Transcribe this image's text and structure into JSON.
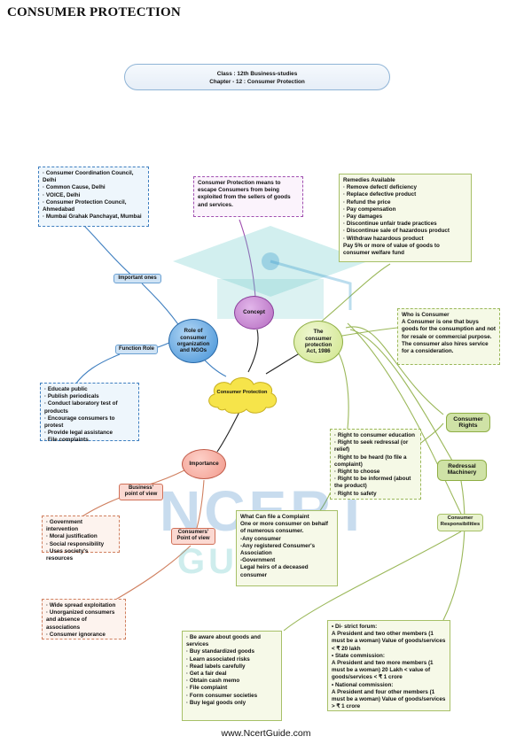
{
  "page_title": "CONSUMER PROTECTION",
  "header": {
    "line1": "Class : 12th Business-studies",
    "line2": "Chapter - 12 : Consumer Protection"
  },
  "watermark": {
    "top": "NCERT",
    "bottom": "GUIDE"
  },
  "center_node": "Consumer Protection",
  "nodes": {
    "concept": "Concept",
    "role": "Role of consumer organization and NGOs",
    "act": "The consumer protection Act, 1986",
    "importance": "Importance",
    "consumer_rights": "Consumer Rights",
    "redressal": "Redressal Machinery",
    "responsibilities": "Consumer Responsibilities"
  },
  "tags": {
    "important_ones": "Important ones",
    "function_role": "Function Role",
    "business_pov": "Business' point of view",
    "consumers_pov": "Consumers' Point of view"
  },
  "organizations": [
    "Consumer Coordination Council, Delhi",
    "Common Cause, Delhi",
    "VOICE, Delhi",
    "Consumer Protection Council, Ahmedabad",
    "Mumbai Grahak Panchayat, Mumbai"
  ],
  "concept_text": "Consumer Protection means to escape Consumers from being exploited from the sellers of goods and services.",
  "remedies": {
    "heading": "Remedies Available",
    "items": [
      "Remove defect/ deficiency",
      "Replace defective product",
      "Refund the  price",
      "Pay compensation",
      "Pay damages",
      "Discontinue unfair trade practices",
      "Discontinue sale of hazardous product",
      "Withdraw  hazardous product"
    ],
    "footer": "Pay 5% or more of value of goods to consumer welfare fund"
  },
  "who_is_consumer": {
    "heading": "Who is Consumer",
    "text": "A Consumer is one that buys goods for the consumption and not for resale or commercial purpose. The consumer also hires service for a consideration."
  },
  "functions": [
    "Educate public",
    "Publish periodicals",
    "Conduct laboratory test of products",
    "Encourage  consumers to protest",
    "Provide legal assistance",
    "File complaints"
  ],
  "rights": [
    "Right to consumer education",
    "Right to seek redressal (or relief)",
    "Right to be  heard (to file a complaint)",
    "Right to choose",
    "Right to be  informed (about the product)",
    "Right to safety"
  ],
  "business_points": [
    "Government intervention",
    "Moral justification",
    "Social responsibility",
    "Uses society's resources"
  ],
  "consumer_points": [
    "Wide spread exploitation",
    "Unorganized consumers and absence of associations",
    "Consumer ignorance"
  ],
  "complaint": {
    "heading": "What  Can file a Complaint",
    "lines": [
      "One or more  consumer on behalf of  numerous consumer.",
      "-Any consumer",
      "-Any registered Consumer's Association",
      "-Government",
      "Legal heirs of a deceased consumer"
    ]
  },
  "responsibility_items": [
    "Be aware about goods and services",
    "Buy standardized goods",
    "Learn associated risks",
    "Read labels carefully",
    "Get a fair deal",
    "Obtain cash memo",
    "File complaint",
    "Form consumer societies",
    "Buy legal goods only"
  ],
  "redressal_details": [
    {
      "title": "Di- strict forum:",
      "text": "A President and two other members (1 must be a woman) Value of goods/services < ₹ 20 lakh"
    },
    {
      "title": "State commission:",
      "text": "A President and two more members (1 must be a woman) 20 Lakh < value of goods/services < ₹ 1 crore"
    },
    {
      "title": "National commission:",
      "text": "A President and four other members (1 must be a woman) Value of goods/services > ₹ 1 crore"
    }
  ],
  "footer": "www.NcertGuide.com",
  "colors": {
    "role_node": "#3f8fd6",
    "concept_node": "#b46ac0",
    "act_node": "#cfe58a",
    "importance_node": "#f29a8c",
    "cloud": "#f6e44a",
    "rights_node": "#cfe2a6",
    "tag_blue": "#cfe3f5"
  }
}
